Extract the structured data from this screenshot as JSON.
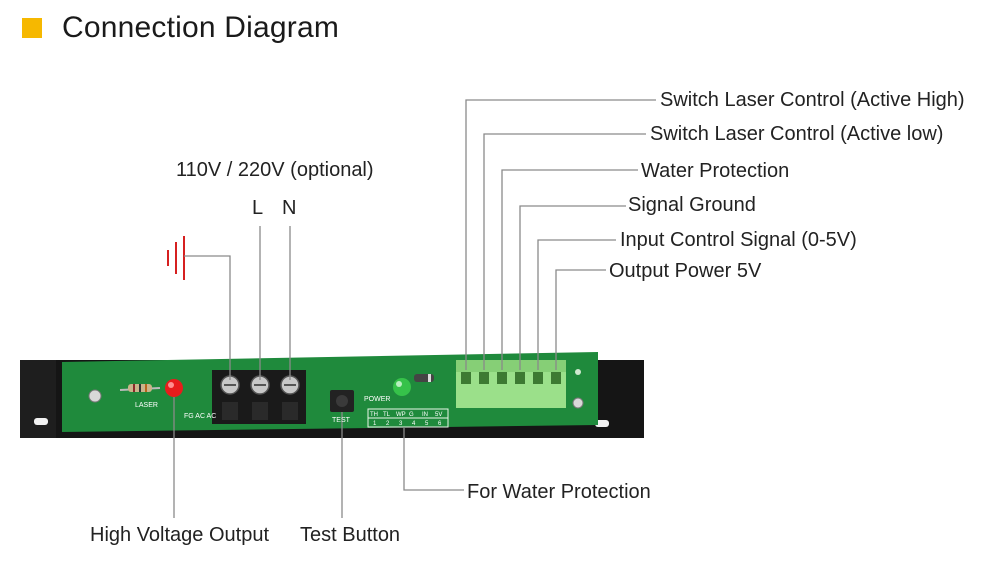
{
  "title": "Connection Diagram",
  "colors": {
    "accent": "#f6b800",
    "line": "#8a8a8a",
    "pcb": "#1f8a3c",
    "ground": "#d62020"
  },
  "labels": {
    "voltage": "110V / 220V (optional)",
    "l": "L",
    "n": "N",
    "pin_active_high": "Switch Laser Control (Active High)",
    "pin_active_low": "Switch Laser Control (Active low)",
    "pin_water": "Water Protection",
    "pin_ground": "Signal Ground",
    "pin_input": "Input Control Signal (0-5V)",
    "pin_power": "Output Power 5V",
    "water_protection": "For Water Protection",
    "high_voltage": "High Voltage Output",
    "test_button": "Test Button"
  },
  "board": {
    "laser": "LASER",
    "terminals": "FG AC AC",
    "power": "POWER",
    "test": "TEST",
    "pin_codes": [
      "TH",
      "TL",
      "WP",
      "G",
      "IN",
      "5V"
    ],
    "pin_numbers": [
      "1",
      "2",
      "3",
      "4",
      "5",
      "6"
    ]
  }
}
